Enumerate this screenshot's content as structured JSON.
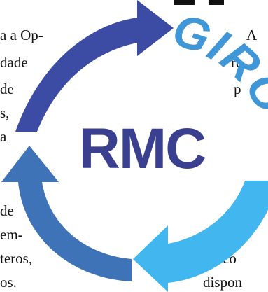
{
  "diagram": {
    "center_label": "RMC",
    "arc_label": "GIRO",
    "colors": {
      "center_label": "#3a3f8f",
      "arc_label": "#3f97d8",
      "arrow_top_left": "#3c4ba4",
      "arrow_bottom_left": "#3f73b8",
      "arrow_bottom_right": "#42b6ee"
    }
  },
  "text_fragments": {
    "left": [
      "a a Op-",
      "dade",
      "de",
      "s,",
      "a",
      "de",
      "em-",
      "teros,",
      "os."
    ],
    "right": [
      "A",
      "re",
      "p",
      "co",
      "dispon"
    ]
  }
}
